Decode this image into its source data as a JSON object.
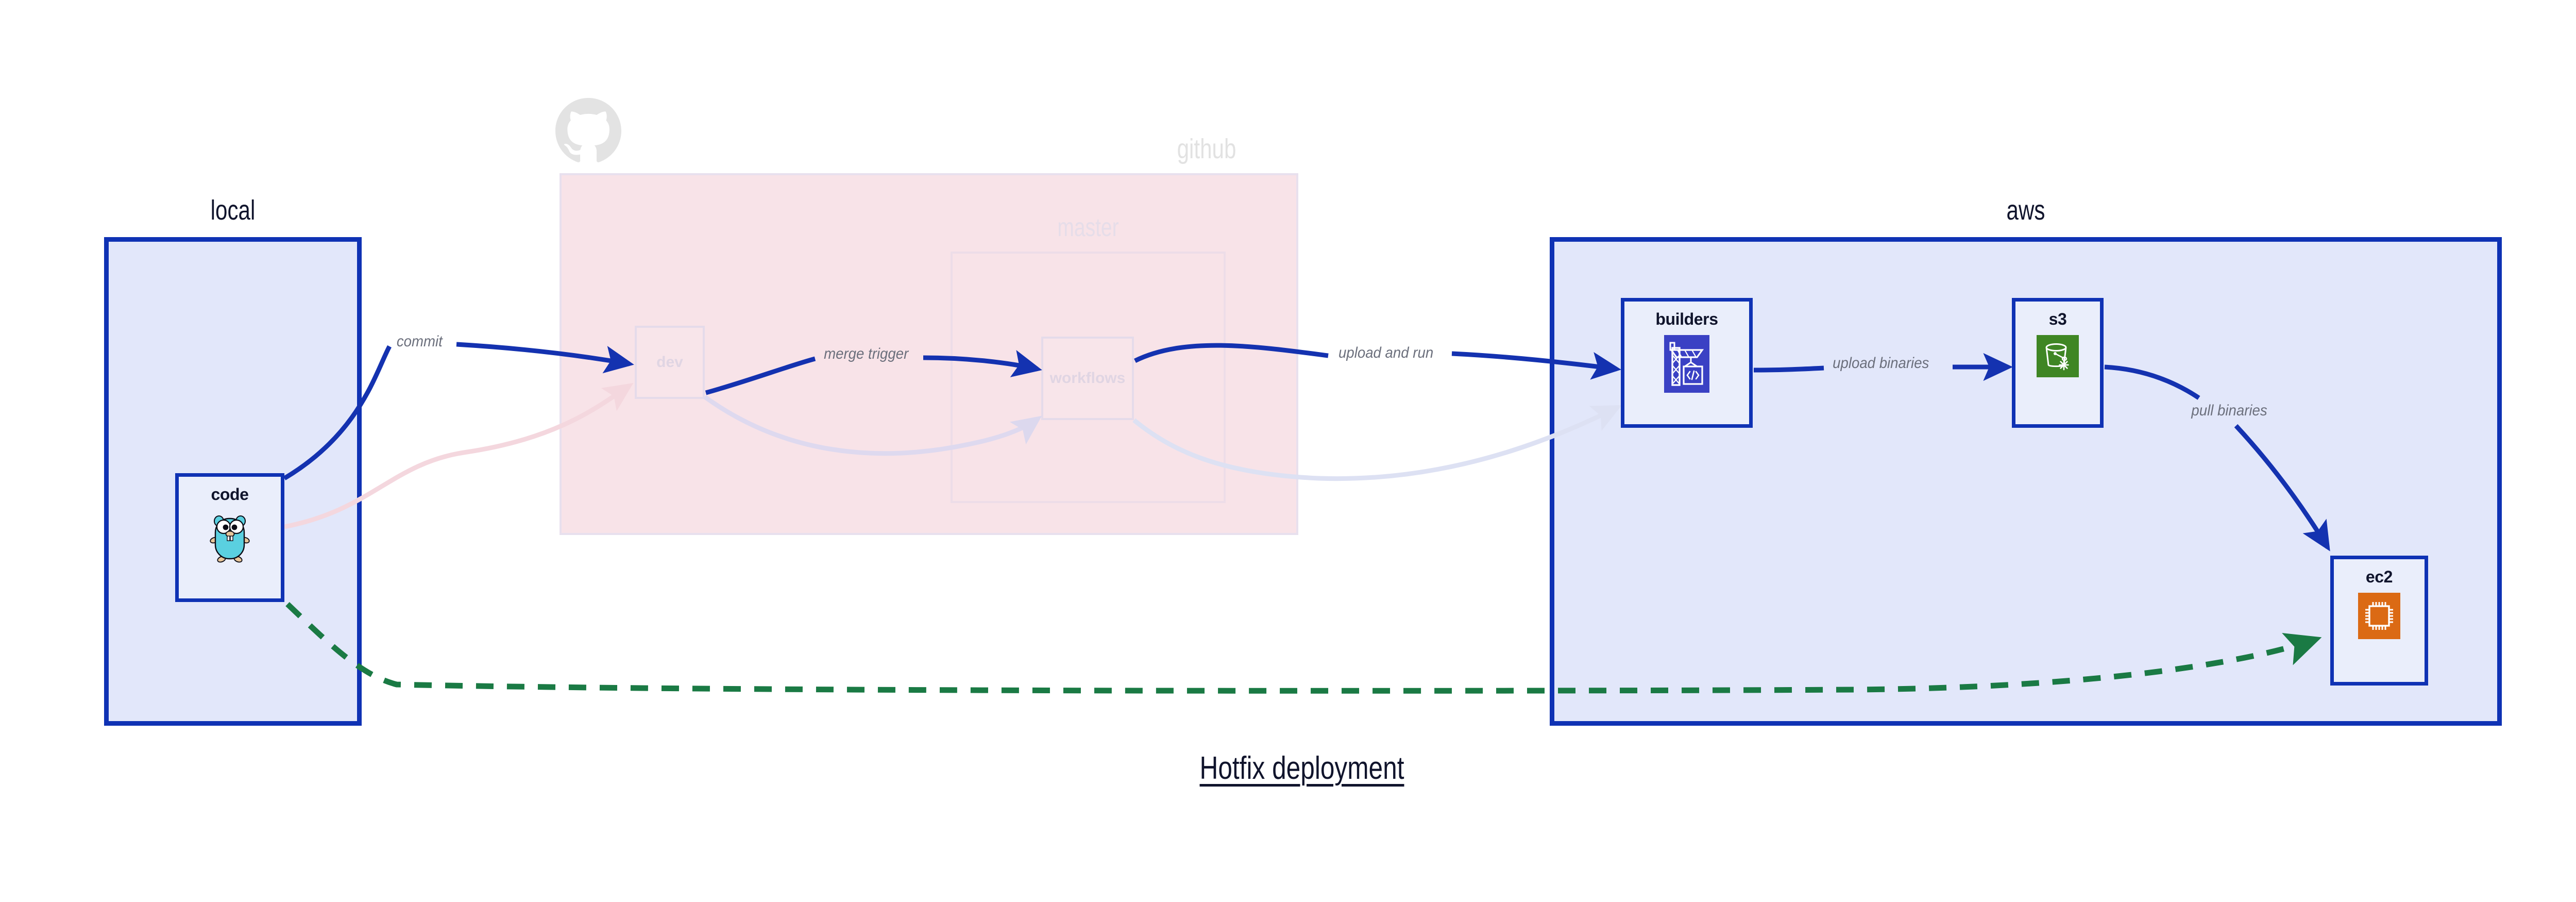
{
  "diagram": {
    "title": "Hotfix deployment",
    "background": "#ffffff"
  },
  "clusters": [
    {
      "id": "local",
      "label": "local",
      "fill": "#e2e7fa",
      "border": "#0f32b4",
      "faded": false
    },
    {
      "id": "github",
      "label": "github",
      "fill": "#f8e3e8",
      "border": "#e8e0ee",
      "faded": true,
      "logo_icon": "github-octocat-icon"
    },
    {
      "id": "master",
      "label": "master",
      "fill": "transparent",
      "border": "#e3d8e8",
      "faded": true
    },
    {
      "id": "aws",
      "label": "aws",
      "fill": "#e2e7fa",
      "border": "#0f32b4",
      "faded": false
    }
  ],
  "nodes": [
    {
      "id": "code",
      "label": "code",
      "cluster": "local",
      "icon": "go-gopher-icon",
      "icon_color": "#5ad0e0",
      "faded": false
    },
    {
      "id": "dev",
      "label": "dev",
      "cluster": "github",
      "icon": "none",
      "faded": true
    },
    {
      "id": "workflows",
      "label": "workflows",
      "cluster": "master",
      "icon": "none",
      "faded": true
    },
    {
      "id": "builders",
      "label": "builders",
      "cluster": "aws",
      "icon": "aws-codebuild-icon",
      "icon_color": "#3a41c4",
      "faded": false
    },
    {
      "id": "s3",
      "label": "s3",
      "cluster": "aws",
      "icon": "aws-s3-glacier-icon",
      "icon_color": "#3f8624",
      "faded": false
    },
    {
      "id": "ec2",
      "label": "ec2",
      "cluster": "aws",
      "icon": "aws-ec2-icon",
      "icon_color": "#db6a14",
      "faded": false
    }
  ],
  "edges": [
    {
      "id": "commit",
      "from": "code",
      "to": "dev",
      "label": "commit",
      "color": "#1432b0",
      "style": "solid",
      "faded": false
    },
    {
      "id": "merge-trigger",
      "from": "dev",
      "to": "workflows",
      "label": "merge trigger",
      "color": "#1432b0",
      "style": "solid",
      "faded": false
    },
    {
      "id": "upload-and-run",
      "from": "workflows",
      "to": "builders",
      "label": "upload and run",
      "color": "#1432b0",
      "style": "solid",
      "faded": false
    },
    {
      "id": "upload-binaries",
      "from": "builders",
      "to": "s3",
      "label": "upload binaries",
      "color": "#1432b0",
      "style": "solid",
      "faded": false
    },
    {
      "id": "pull-binaries",
      "from": "s3",
      "to": "ec2",
      "label": "pull binaries",
      "color": "#1432b0",
      "style": "solid",
      "faded": false
    },
    {
      "id": "hotfix-direct",
      "from": "code",
      "to": "ec2",
      "label": "",
      "color": "#1a7a44",
      "style": "dashed",
      "faded": false
    },
    {
      "id": "ghost-code-dev",
      "from": "code",
      "to": "dev",
      "label": "",
      "color": "#f6dde3",
      "style": "solid",
      "faded": true
    },
    {
      "id": "ghost-dev-workflows",
      "from": "dev",
      "to": "workflows",
      "label": "",
      "color": "#ded9ef",
      "style": "solid",
      "faded": true
    },
    {
      "id": "ghost-workflows-builders",
      "from": "workflows",
      "to": "builders",
      "label": "",
      "color": "#dfe2f4",
      "style": "solid",
      "faded": true
    }
  ]
}
